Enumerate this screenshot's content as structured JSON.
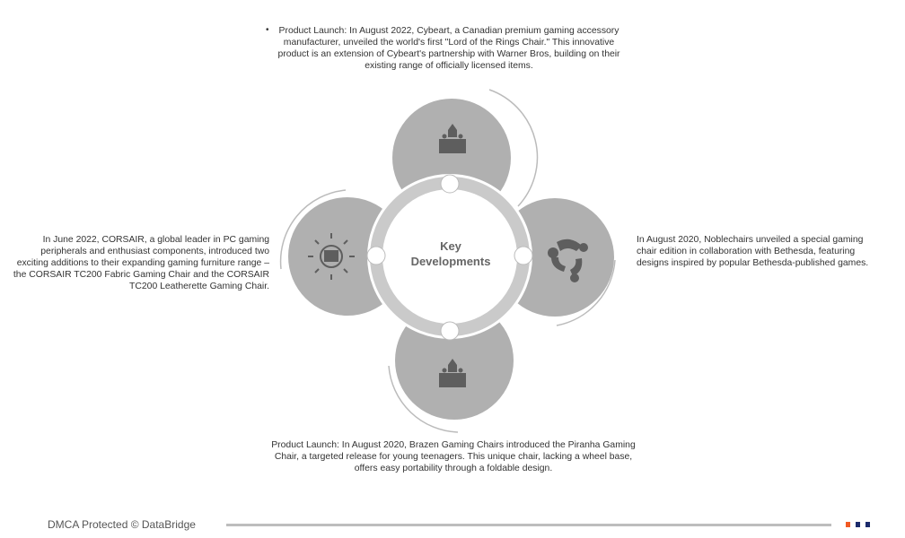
{
  "title": "Key Developments",
  "title_lines": [
    "Key",
    "Developments"
  ],
  "items": [
    {
      "position": "top",
      "icon": "product-launch-icon",
      "text": "Product Launch: In August 2022, Cybeart, a Canadian premium gaming accessory manufacturer, unveiled the world's first \"Lord of the Rings Chair.\" This innovative product is an extension of Cybeart's partnership with Warner Bros, building on their existing range of officially licensed items."
    },
    {
      "position": "right",
      "icon": "collaboration-icon",
      "text": "In August 2020, Noblechairs unveiled a special gaming chair edition in collaboration with Bethesda, featuring designs inspired by popular Bethesda-published games."
    },
    {
      "position": "bottom",
      "icon": "product-launch-icon",
      "text": "Product Launch: In August 2020, Brazen Gaming Chairs introduced the Piranha Gaming Chair, a targeted release for young teenagers. This unique chair, lacking a wheel base, offers easy portability through a foldable design."
    },
    {
      "position": "left",
      "icon": "expansion-icon",
      "text": "In June 2022, CORSAIR, a global leader in PC gaming peripherals and enthusiast components, introduced two exciting additions to their expanding gaming furniture range – the CORSAIR TC200 Fabric Gaming Chair and the CORSAIR TC200 Leatherette Gaming Chair."
    }
  ],
  "footer": {
    "text": "DMCA Protected © DataBridge"
  },
  "colors": {
    "circle": "#b0b0b0",
    "ring": "#cacaca",
    "icon": "#5e5e5e",
    "accent1": "#f15a24",
    "accent2": "#1b2a6b"
  }
}
